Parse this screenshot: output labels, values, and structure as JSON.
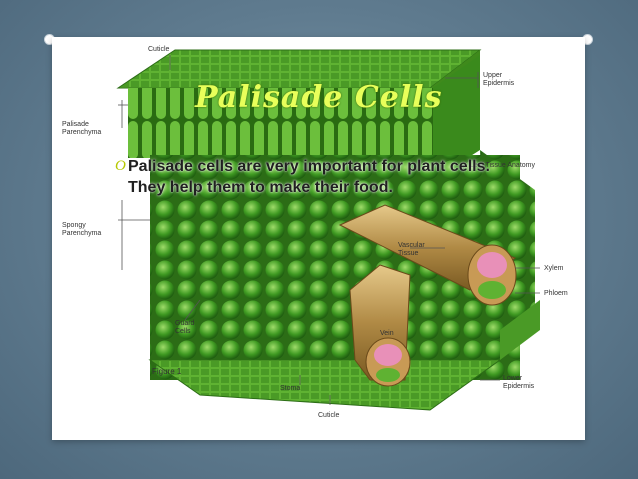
{
  "slide": {
    "title": "Palisade Cells",
    "bullet": "Palisade cells are very important for plant cells. They help them to make their food.",
    "bullet_marker": "O"
  },
  "diagram": {
    "labels": {
      "cuticle_top": "Cuticle",
      "upper_epidermis": "Upper\nEpidermis",
      "palisade_parenchyma": "Palisade\nParenchyma",
      "leaf_anatomy": "Leaf Tissue Anatomy",
      "spongy_parenchyma": "Spongy\nParenchyma",
      "vascular_tissue": "Vascular\nTissue",
      "xylem": "Xylem",
      "phloem": "Phloem",
      "guard_cells": "Guard\nCells",
      "vein": "Vein",
      "figure": "Figure 1",
      "stoma": "Stoma",
      "lower_epidermis": "Lower\nEpidermis",
      "cuticle_bottom": "Cuticle"
    }
  },
  "colors": {
    "background": "#6f8a9d",
    "title": "#e8ff5a",
    "leaf_green": "#4a9a2a",
    "xylem_pink": "#e890b8"
  }
}
